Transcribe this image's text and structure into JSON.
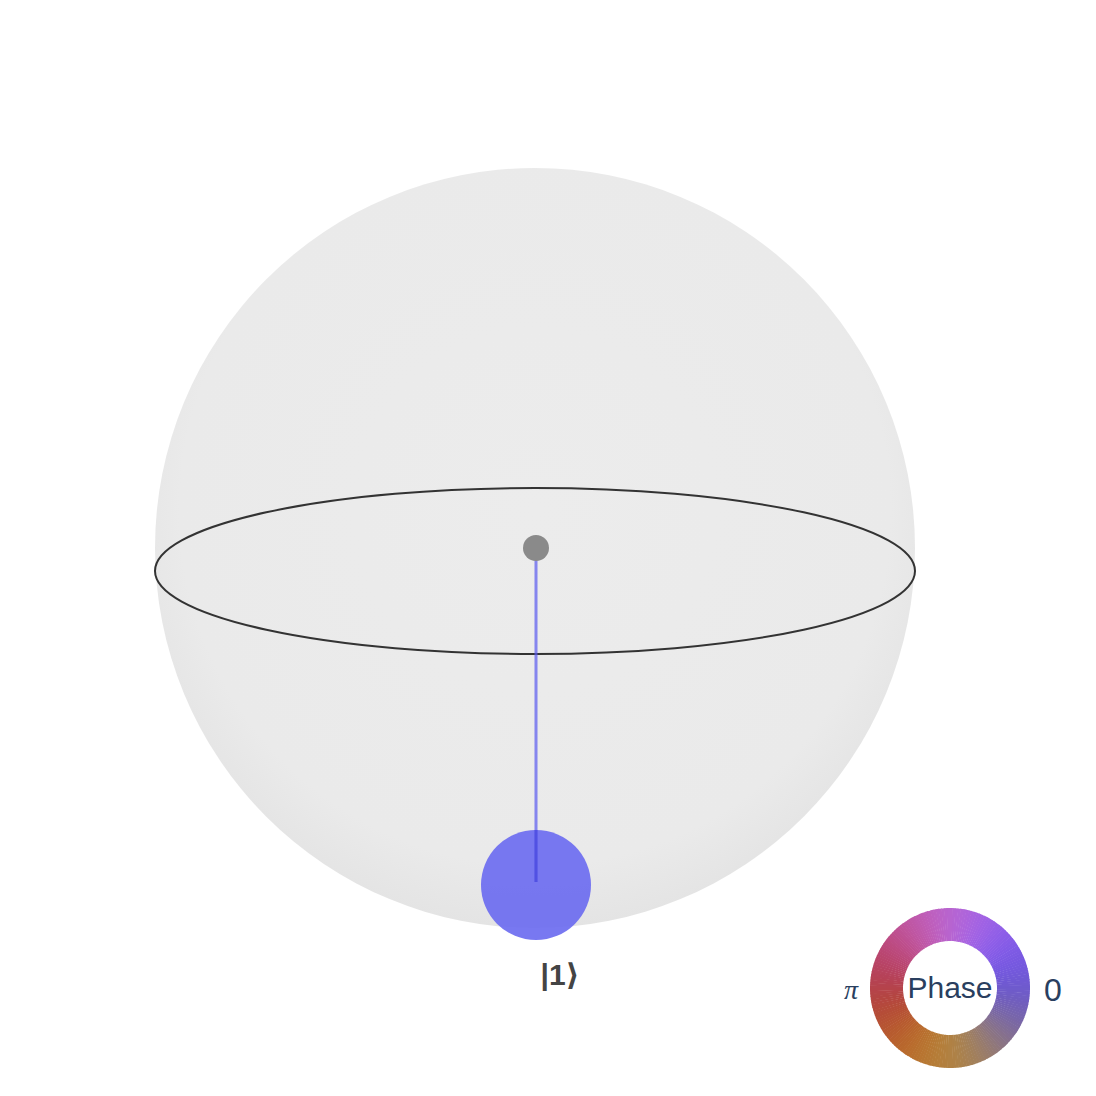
{
  "diagram": {
    "nodes": [
      {
        "text": [
          "Phase"
        ]
      }
    ],
    "labels": [
      "|1⟩",
      "π",
      "0"
    ]
  }
}
